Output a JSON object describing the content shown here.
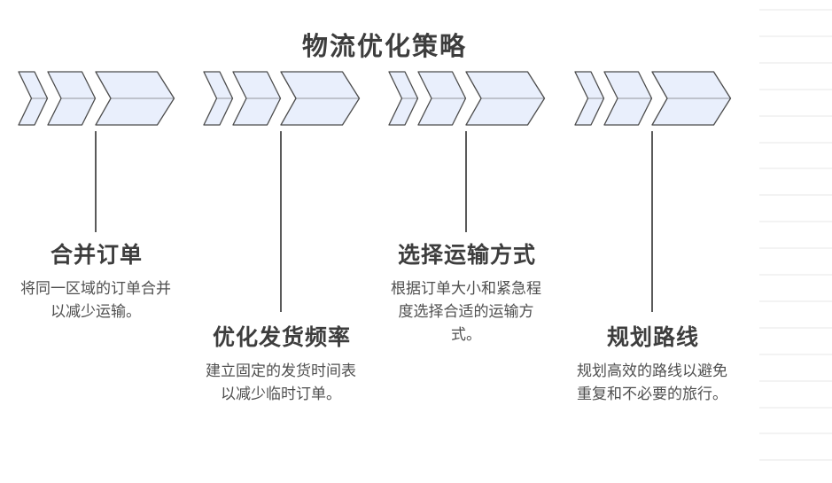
{
  "title": "物流优化策略",
  "steps": [
    {
      "label": "合并订单",
      "description": "将同一区域的订单合并以减少运输。",
      "variant": "short",
      "icon": "triple-chevron-right-icon"
    },
    {
      "label": "优化发货频率",
      "description": "建立固定的发货时间表以减少临时订单。",
      "variant": "long",
      "icon": "triple-chevron-right-icon"
    },
    {
      "label": "选择运输方式",
      "description": "根据订单大小和紧急程度选择合适的运输方式。",
      "variant": "short",
      "icon": "triple-chevron-right-icon"
    },
    {
      "label": "规划路线",
      "description": "规划高效的路线以避免重复和不必要的旅行。",
      "variant": "long",
      "icon": "triple-chevron-right-icon"
    }
  ],
  "colors": {
    "title_text": "#3d3d3d",
    "label_text": "#3d3d3d",
    "description_text": "#4f4f4f",
    "chevron_fill": "#e9effc",
    "chevron_stroke": "#4c4c4c",
    "connector_line": "#5a5a5a",
    "decor_line": "#f3f3f3",
    "background": "#ffffff"
  },
  "decor": {
    "line_count": 18
  }
}
